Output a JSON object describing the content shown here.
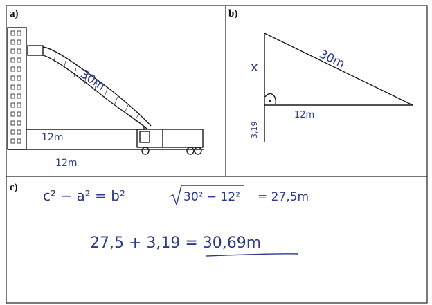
{
  "panels": {
    "a": {
      "label": "a)",
      "ladder_length": "30m",
      "wall_height": "12m",
      "ground_length": "12m"
    },
    "b": {
      "label": "b)",
      "hypotenuse": "30m",
      "side_x": "x",
      "base": "12m",
      "small_height": "3,19"
    },
    "c": {
      "label": "c)",
      "formula_1": "c² − a² = b²",
      "formula_2_radicand": "30² − 12²",
      "formula_2_result": "= 27,5m",
      "sum_line": "27,5 + 3,19 = 30,69m"
    }
  }
}
